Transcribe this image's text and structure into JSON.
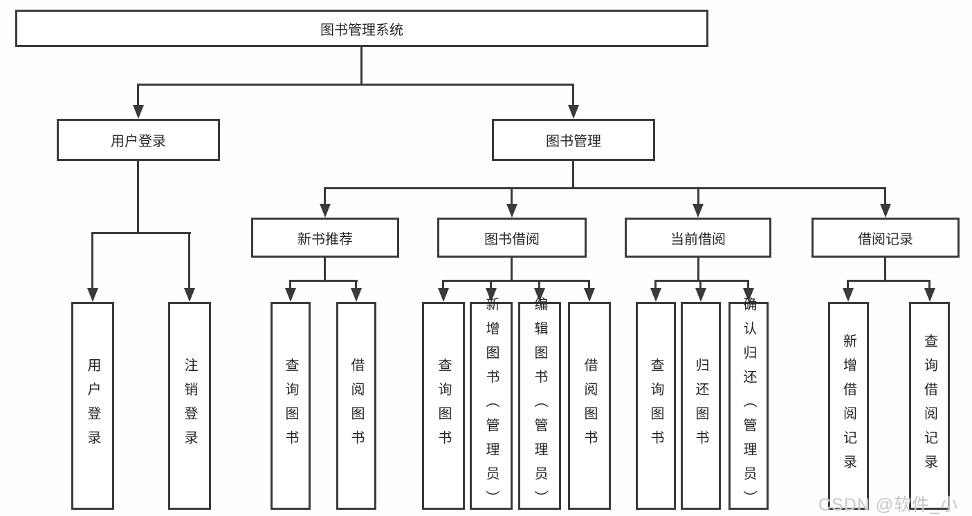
{
  "diagram_type": "hierarchy-tree",
  "tree": {
    "label": "图书管理系统",
    "children": [
      {
        "label": "用户登录",
        "children": [
          {
            "label": "用户登录"
          },
          {
            "label": "注销登录"
          }
        ]
      },
      {
        "label": "图书管理",
        "children": [
          {
            "label": "新书推荐",
            "children": [
              {
                "label": "查询图书"
              },
              {
                "label": "借阅图书"
              }
            ]
          },
          {
            "label": "图书借阅",
            "children": [
              {
                "label": "查询图书"
              },
              {
                "label": "新增图书（管理员）"
              },
              {
                "label": "编辑图书（管理员）"
              },
              {
                "label": "借阅图书"
              }
            ]
          },
          {
            "label": "当前借阅",
            "children": [
              {
                "label": "查询图书"
              },
              {
                "label": "归还图书"
              },
              {
                "label": "确认归还（管理员）"
              }
            ]
          },
          {
            "label": "借阅记录",
            "children": [
              {
                "label": "新增借阅记录"
              },
              {
                "label": "查询借阅记录"
              }
            ]
          }
        ]
      }
    ]
  },
  "watermark": {
    "text": "CSDN @软件_小贺同学"
  },
  "colors": {
    "line": "#3a3a3a",
    "text": "#262626",
    "background": "#ffffff",
    "watermark": "#c7c7c7"
  }
}
